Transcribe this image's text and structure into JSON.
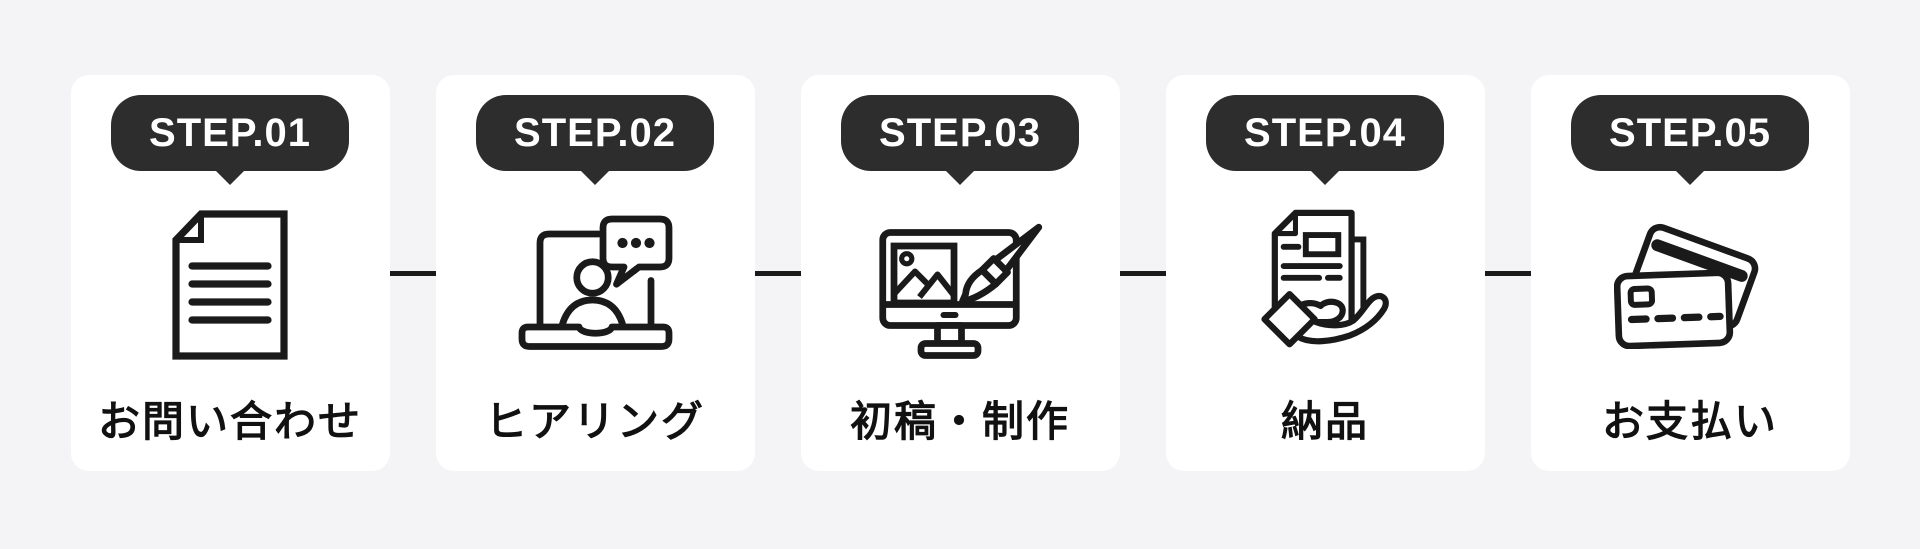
{
  "flow": {
    "steps": [
      {
        "badge": "STEP.01",
        "label": "お問い合わせ",
        "icon": "document-icon"
      },
      {
        "badge": "STEP.02",
        "label": "ヒアリング",
        "icon": "online-meeting-icon"
      },
      {
        "badge": "STEP.03",
        "label": "初稿・制作",
        "icon": "design-monitor-icon"
      },
      {
        "badge": "STEP.04",
        "label": "納品",
        "icon": "delivery-hand-icon"
      },
      {
        "badge": "STEP.05",
        "label": "お支払い",
        "icon": "payment-cards-icon"
      }
    ]
  },
  "colors": {
    "background": "#f4f4f6",
    "card": "#ffffff",
    "badge": "#2d2d2d",
    "badge_text": "#ffffff",
    "label_text": "#111111",
    "icon_stroke": "#1a1a1a",
    "connector": "#1a1a1a"
  }
}
